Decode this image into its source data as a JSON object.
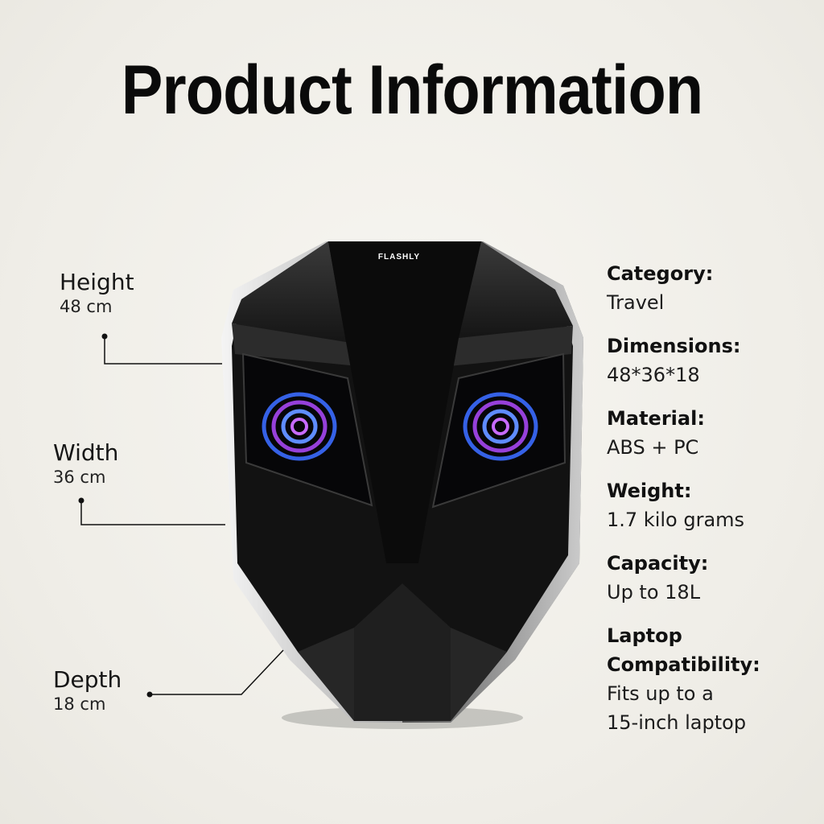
{
  "title": "Product Information",
  "brand": "FLASHLY",
  "dimensions": {
    "height": {
      "label": "Height",
      "value": "48 cm"
    },
    "width": {
      "label": "Width",
      "value": "36 cm"
    },
    "depth": {
      "label": "Depth",
      "value": "18 cm"
    }
  },
  "specs": [
    {
      "key": "Category:",
      "value": "Travel"
    },
    {
      "key": "Dimensions:",
      "value": "48*36*18"
    },
    {
      "key": "Material:",
      "value": "ABS + PC"
    },
    {
      "key": "Weight:",
      "value": "1.7 kilo grams"
    },
    {
      "key": "Capacity:",
      "value": "Up to 18L"
    },
    {
      "key": "Laptop\nCompatibility:",
      "value": "Fits up to a\n15-inch laptop"
    }
  ],
  "colors": {
    "background": "#efede7",
    "shell": "#111111",
    "rim": "#cfcfcf",
    "eye_blue": "#3b6bff",
    "eye_purple": "#b04bff"
  }
}
